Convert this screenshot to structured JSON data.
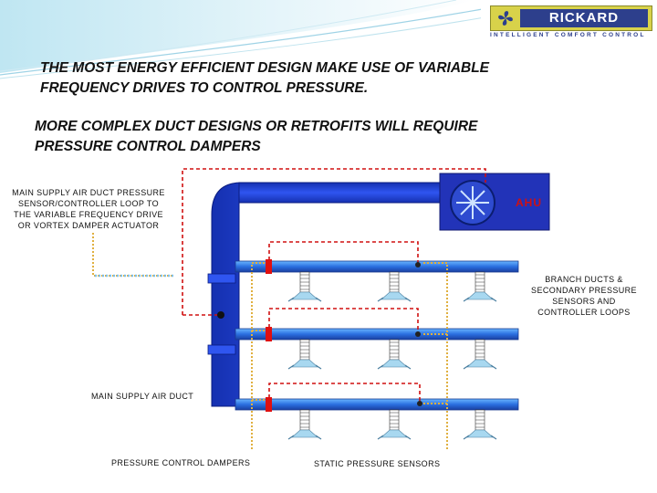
{
  "brand": {
    "name": "RICKARD",
    "tagline": "INTELLIGENT COMFORT CONTROL"
  },
  "headings": {
    "primary": "THE MOST ENERGY EFFICIENT DESIGN MAKE USE OF VARIABLE\nFREQUENCY DRIVES TO CONTROL PRESSURE.",
    "secondary": "MORE COMPLEX DUCT DESIGNS OR RETROFITS WILL REQUIRE\nPRESSURE CONTROL DAMPERS"
  },
  "diagram": {
    "ahu_label": "AHU",
    "main_sensor_note": "MAIN SUPPLY AIR DUCT PRESSURE\nSENSOR/CONTROLLER LOOP TO\nTHE VARIABLE FREQUENCY DRIVE\nOR VORTEX DAMPER ACTUATOR",
    "branch_note": "BRANCH DUCTS &\nSECONDARY PRESSURE\nSENSORS AND\nCONTROLLER LOOPS",
    "main_duct_label": "MAIN SUPPLY AIR DUCT",
    "dampers_label": "PRESSURE CONTROL DAMPERS",
    "sensors_label": "STATIC PRESSURE SENSORS",
    "colors": {
      "duct": "#1f3fd6",
      "branch": "#2a6fe0",
      "control_loop": "#d01010",
      "damper_line": "#e0b040",
      "vfd_line": "#80c0e8"
    }
  }
}
